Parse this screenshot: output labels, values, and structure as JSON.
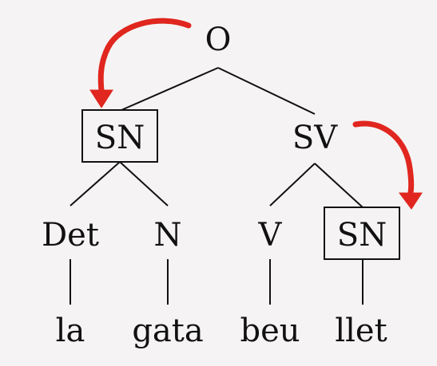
{
  "tree": {
    "root": "O",
    "subject_np": "SN",
    "verb_phrase": "SV",
    "determiner": "Det",
    "noun": "N",
    "verb": "V",
    "object_np": "SN",
    "word_la": "la",
    "word_gata": "gata",
    "word_beu": "beu",
    "word_llet": "llet"
  },
  "colors": {
    "accent": "#e0261e",
    "ink": "#111111",
    "background": "#f5f3f3"
  }
}
